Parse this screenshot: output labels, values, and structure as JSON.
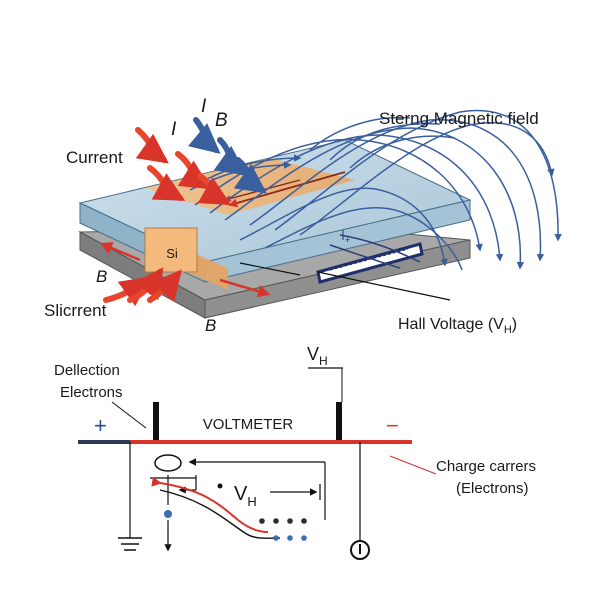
{
  "labels": {
    "current": "Current",
    "current_symbol_1": "I",
    "current_symbol_2": "I",
    "field_symbol_top": "B",
    "field_symbol_left": "B",
    "field_symbol_bottom": "B",
    "magnetic_field": "Sterng Magnetic field",
    "silicon": "Si",
    "slicrrent": "Slicrrent",
    "hall_voltage": "Hall Voltage (V",
    "hall_voltage_sub": "H",
    "hall_voltage_close": ")",
    "vh_top": "V",
    "vh_top_sub": "H",
    "deflection_line1": "Dellection",
    "deflection_line2": "Electrons",
    "plus": "+",
    "minus": "−",
    "voltmeter": "VOLTMETER",
    "charge_carriers_line1": "Charge carrers",
    "charge_carriers_line2": "(Electrons)",
    "vh_mid": "V",
    "vh_mid_sub": "H",
    "minor_mark": "-",
    "plate_mark": "+"
  },
  "colors": {
    "current_red": "#e8452c",
    "field_blue": "#3a5f9f",
    "silicon_band": "#f0b878",
    "plate_top": "#b9d3e3",
    "plate_bottom": "#9a9a9a",
    "wire_red": "#d9342a",
    "plus_blue": "#2a4e8a"
  },
  "icons": {
    "ground": "ground-symbol-icon",
    "meter": "meter-circle-icon"
  }
}
